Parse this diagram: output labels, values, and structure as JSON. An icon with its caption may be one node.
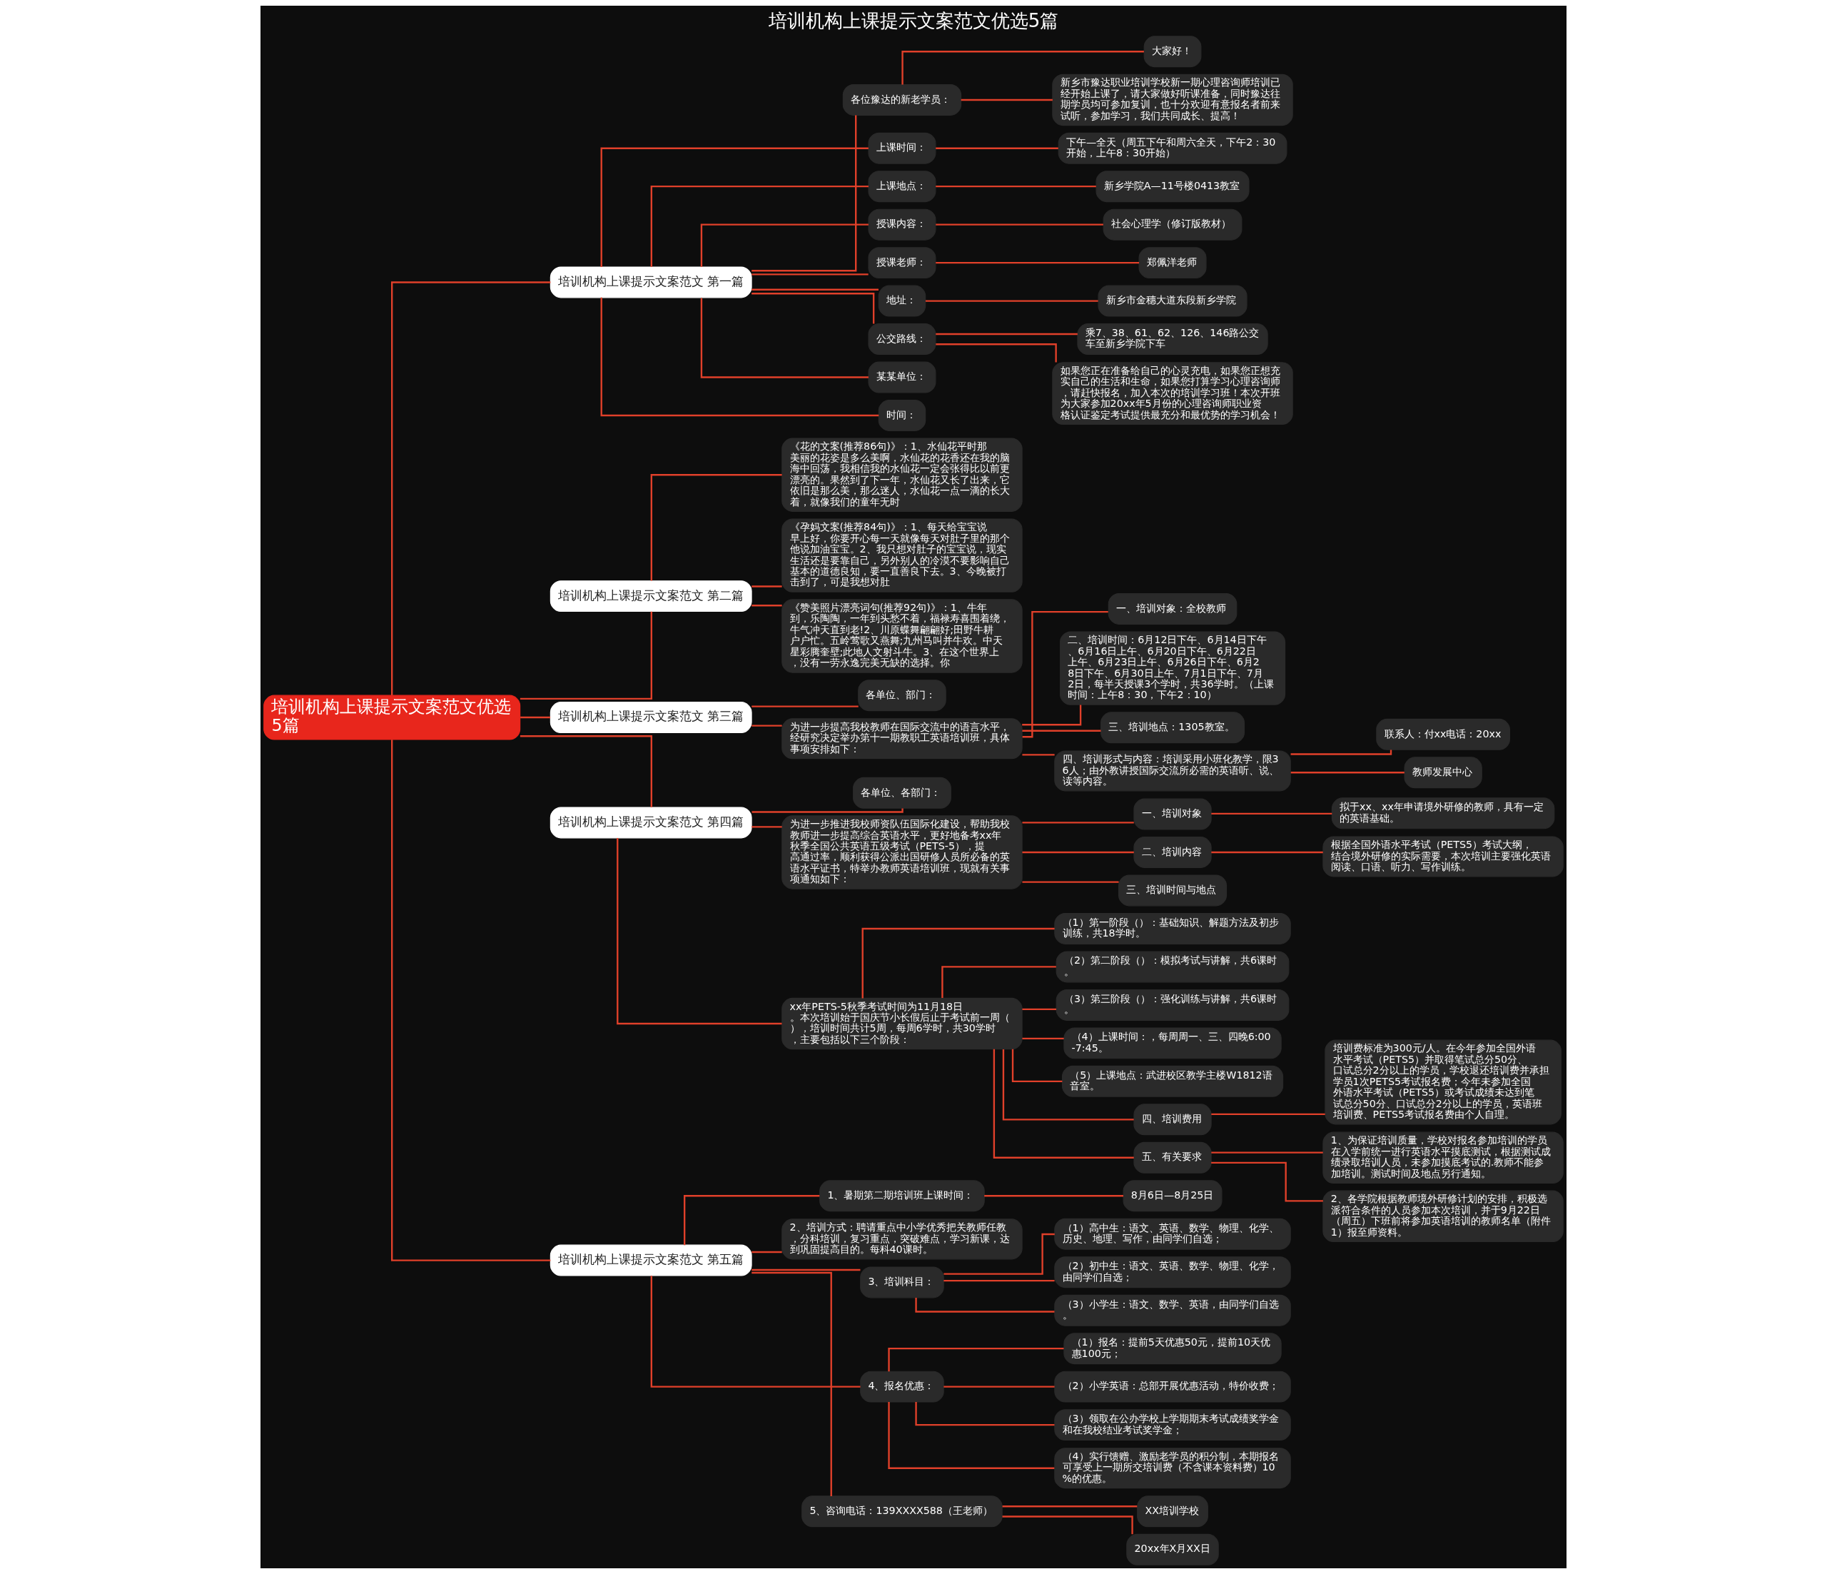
{
  "diagram": {
    "title": "培训机构上课提示文案范文优选5篇",
    "nodes": [
      {
        "text": [
          "培训机构上课提示文案范文优选5篇"
        ]
      },
      {
        "text": [
          "培训机构上课提示文案范文 第一篇"
        ]
      },
      {
        "text": [
          "各位豫达的新老学员："
        ]
      },
      {
        "text": [
          "大家好！"
        ]
      },
      {
        "text": [
          "新乡市豫达职业培训学校新一期心理咨询师培训已经开始上课了，请大家做好听课准备，同时豫达往期学员均可参加复训，也十分欢迎有意报名者前来试听，参加学习，我们共同成长、提高！"
        ]
      },
      {
        "text": [
          "上课时间："
        ]
      },
      {
        "text": [
          "下午—全天（周五下午和周六全天，下午2：30开始，上午8：30开始）"
        ]
      },
      {
        "text": [
          "上课地点："
        ]
      },
      {
        "text": [
          "新乡学院A—11号楼0413教室"
        ]
      },
      {
        "text": [
          "授课内容："
        ]
      },
      {
        "text": [
          "社会心理学（修订版教材）"
        ]
      },
      {
        "text": [
          "授课老师："
        ]
      },
      {
        "text": [
          "郑佩洋老师"
        ]
      },
      {
        "text": [
          "地址："
        ]
      },
      {
        "text": [
          "新乡市金穗大道东段新乡学院"
        ]
      },
      {
        "text": [
          "公交路线："
        ]
      },
      {
        "text": [
          "乘7、38、61、62、126、146路公交车至新乡学院下车"
        ]
      },
      {
        "text": [
          "如果您正在准备给自己的心灵充电，如果您正想充实自己的生活和生命，如果您打算学习心理咨询师，请赶快报名，加入本次的培训学习班！本次开班为大家参加20xx年5月份的心理咨询师职业资格认证鉴定考试提供最充分和最优势的学习机会！"
        ]
      },
      {
        "text": [
          "某某单位："
        ]
      },
      {
        "text": [
          "时间："
        ]
      },
      {
        "text": [
          "培训机构上课提示文案范文 第二篇"
        ]
      },
      {
        "text": [
          "《花的文案(推荐86句)》：1、水仙花平时那美丽的花姿是多么美啊，水仙花的花香还在我的脑海中回荡，我相信我的水仙花一定会张得比以前更漂亮的。果然到了下一年，水仙花又长了出来，它依旧是那么美，那么迷人，水仙花一点一滴的长大着，就像我们的童年无时"
        ]
      },
      {
        "text": [
          "《孕妈文案(推荐84句)》：1、每天给宝宝说早上好，你要开心每一天就像每天对肚子里的那个他说加油宝宝。2、我只想对肚子的宝宝说，现实生活还是要靠自己，另外别人的冷漠不要影响自己基本的道德良知，要一直善良下去。3、今晚被打击到了，可是我想对肚"
        ]
      },
      {
        "text": [
          "《赞美照片漂亮词句(推荐92句)》：1、牛年到，乐陶陶，一年到头愁不着，福禄寿喜围着绕，牛气冲天直到老!2、川原蝶舞翩翩好;田野牛耕户户忙。五岭莺歌又燕舞;九州马叫并牛欢。中天星彩腾奎壁;此地人文射斗牛。3、在这个世界上，没有一劳永逸完美无缺的选择。你"
        ]
      },
      {
        "text": [
          "培训机构上课提示文案范文 第三篇"
        ]
      },
      {
        "text": [
          "各单位、部门："
        ]
      },
      {
        "text": [
          "为进一步提高我校教师在国际交流中的语言水平，经研究决定举办第十一期教职工英语培训班，具体事项安排如下："
        ]
      },
      {
        "text": [
          "一、培训对象：全校教师"
        ]
      },
      {
        "text": [
          "二、培训时间：6月12日下午、6月14日下午、6月16日上午、6月20日下午、6月22日上午、6月23日上午、6月26日下午、6月28日下午、6月30日上午、7月1日下午、7月2日，每半天授课3个学时，共36学时。（上课时间：上午8：30，下午2：10）"
        ]
      },
      {
        "text": [
          "三、培训地点：1305教室。"
        ]
      },
      {
        "text": [
          "四、培训形式与内容：培训采用小班化教学，限36人；由外教讲授国际交流所必需的英语听、说、读等内容。"
        ]
      },
      {
        "text": [
          "联系人：付xx电话：20xx"
        ]
      },
      {
        "text": [
          "教师发展中心"
        ]
      },
      {
        "text": [
          "培训机构上课提示文案范文 第四篇"
        ]
      },
      {
        "text": [
          "各单位、各部门："
        ]
      },
      {
        "text": [
          "为进一步推进我校师资队伍国际化建设，帮助我校教师进一步提高综合英语水平，更好地备考xx年秋季全国公共英语五级考试（PETS-5），提高通过率，顺利获得公派出国研修人员所必备的英语水平证书，特举办教师英语培训班，现就有关事项通知如下："
        ]
      },
      {
        "text": [
          "一、培训对象"
        ]
      },
      {
        "text": [
          "拟于xx、xx年申请境外研修的教师，具有一定的英语基础。"
        ]
      },
      {
        "text": [
          "二、培训内容"
        ]
      },
      {
        "text": [
          "根据全国外语水平考试（PETS5）考试大纲，结合境外研修的实际需要，本次培训主要强化英语阅读、口语、听力、写作训练。"
        ]
      },
      {
        "text": [
          "三、培训时间与地点"
        ]
      },
      {
        "text": [
          "xx年PETS-5秋季考试时间为11月18日。本次培训始于国庆节小长假后止于考试前一周（），培训时间共计5周，每周6学时，共30学时，主要包括以下三个阶段："
        ]
      },
      {
        "text": [
          "（1）第一阶段（）：基础知识、解题方法及初步训练，共18学时。"
        ]
      },
      {
        "text": [
          "（2）第二阶段（）：模拟考试与讲解，共6课时。"
        ]
      },
      {
        "text": [
          "（3）第三阶段（）：强化训练与讲解，共6课时。"
        ]
      },
      {
        "text": [
          "（4）上课时间：，每周周一、三、四晚6:00-7:45。"
        ]
      },
      {
        "text": [
          "（5）上课地点：武进校区教学主楼W1812语音室。"
        ]
      },
      {
        "text": [
          "四、培训费用"
        ]
      },
      {
        "text": [
          "培训费标准为300元/人。在今年参加全国外语水平考试（PETS5）并取得笔试总分50分、口试总分2分以上的学员，学校退还培训费并承担学员1次PETS5考试报名费；今年未参加全国外语水平考试（PETS5）或考试成绩未达到笔试总分50分、口试总分2分以上的学员，英语班培训费、PETS5考试报名费由个人自理。"
        ]
      },
      {
        "text": [
          "五、有关要求"
        ]
      },
      {
        "text": [
          "1、为保证培训质量，学校对报名参加培训的学员在入学前统一进行英语水平摸底测试，根据测试成绩录取培训人员，未参加摸底考试的.教师不能参加培训。测试时间及地点另行通知。"
        ]
      },
      {
        "text": [
          "2、各学院根据教师境外研修计划的安排，积极选派符合条件的人员参加本次培训，并于9月22日（周五）下班前将参加英语培训的教师名单（附件1）报至师资料。"
        ]
      },
      {
        "text": [
          "培训机构上课提示文案范文 第五篇"
        ]
      },
      {
        "text": [
          "1、暑期第二期培训班上课时间："
        ]
      },
      {
        "text": [
          "8月6日—8月25日"
        ]
      },
      {
        "text": [
          "2、培训方式：聘请重点中小学优秀把关教师任教，分科培训，复习重点，突破难点，学习新课，达到巩固提高目的。每科40课时。"
        ]
      },
      {
        "text": [
          "3、培训科目："
        ]
      },
      {
        "text": [
          "（1）高中生：语文、英语、数学、物理、化学、历史、地理、写作，由同学们自选；"
        ]
      },
      {
        "text": [
          "（2）初中生：语文、英语、数学、物理、化学，由同学们自选；"
        ]
      },
      {
        "text": [
          "（3）小学生：语文、数学、英语，由同学们自选。"
        ]
      },
      {
        "text": [
          "4、报名优惠："
        ]
      },
      {
        "text": [
          "（1）报名：提前5天优惠50元，提前10天优惠100元；"
        ]
      },
      {
        "text": [
          "（2）小学英语：总部开展优惠活动，特价收费；"
        ]
      },
      {
        "text": [
          "（3）领取在公办学校上学期期末考试成绩奖学金和在我校结业考试奖学金；"
        ]
      },
      {
        "text": [
          "（4）实行馈赠、激励老学员的积分制，本期报名可享受上一期所交培训费（不含课本资料费）10%的优惠。"
        ]
      },
      {
        "text": [
          "5、咨询电话：139XXXX588（王老师）"
        ]
      },
      {
        "text": [
          "XX培训学校"
        ]
      },
      {
        "text": [
          "20xx年X月XX日"
        ]
      }
    ],
    "edges": [
      {
        "from": 0,
        "to": 1,
        "arrow": "none"
      },
      {
        "from": 1,
        "to": 2,
        "arrow": "none"
      },
      {
        "from": 2,
        "to": 3,
        "arrow": "none"
      },
      {
        "from": 2,
        "to": 4,
        "arrow": "none"
      },
      {
        "from": 1,
        "to": 5,
        "arrow": "none"
      },
      {
        "from": 5,
        "to": 6,
        "arrow": "none"
      },
      {
        "from": 1,
        "to": 7,
        "arrow": "none"
      },
      {
        "from": 7,
        "to": 8,
        "arrow": "none"
      },
      {
        "from": 1,
        "to": 9,
        "arrow": "none"
      },
      {
        "from": 9,
        "to": 10,
        "arrow": "none"
      },
      {
        "from": 1,
        "to": 11,
        "arrow": "none"
      },
      {
        "from": 11,
        "to": 12,
        "arrow": "none"
      },
      {
        "from": 1,
        "to": 13,
        "arrow": "none"
      },
      {
        "from": 13,
        "to": 14,
        "arrow": "none"
      },
      {
        "from": 1,
        "to": 15,
        "arrow": "none"
      },
      {
        "from": 15,
        "to": 16,
        "arrow": "none"
      },
      {
        "from": 15,
        "to": 17,
        "arrow": "none"
      },
      {
        "from": 1,
        "to": 18,
        "arrow": "none"
      },
      {
        "from": 1,
        "to": 19,
        "arrow": "none"
      },
      {
        "from": 0,
        "to": 20,
        "arrow": "none"
      },
      {
        "from": 20,
        "to": 21,
        "arrow": "none"
      },
      {
        "from": 20,
        "to": 22,
        "arrow": "none"
      },
      {
        "from": 20,
        "to": 23,
        "arrow": "none"
      },
      {
        "from": 0,
        "to": 24,
        "arrow": "none"
      },
      {
        "from": 24,
        "to": 25,
        "arrow": "none"
      },
      {
        "from": 24,
        "to": 26,
        "arrow": "none"
      },
      {
        "from": 26,
        "to": 27,
        "arrow": "none"
      },
      {
        "from": 26,
        "to": 28,
        "arrow": "none"
      },
      {
        "from": 26,
        "to": 29,
        "arrow": "none"
      },
      {
        "from": 26,
        "to": 30,
        "arrow": "none"
      },
      {
        "from": 30,
        "to": 31,
        "arrow": "none"
      },
      {
        "from": 30,
        "to": 32,
        "arrow": "none"
      },
      {
        "from": 0,
        "to": 33,
        "arrow": "none"
      },
      {
        "from": 33,
        "to": 34,
        "arrow": "none"
      },
      {
        "from": 33,
        "to": 35,
        "arrow": "none"
      },
      {
        "from": 35,
        "to": 36,
        "arrow": "none"
      },
      {
        "from": 36,
        "to": 37,
        "arrow": "none"
      },
      {
        "from": 35,
        "to": 38,
        "arrow": "none"
      },
      {
        "from": 38,
        "to": 39,
        "arrow": "none"
      },
      {
        "from": 35,
        "to": 40,
        "arrow": "none"
      },
      {
        "from": 33,
        "to": 41,
        "arrow": "none"
      },
      {
        "from": 41,
        "to": 42,
        "arrow": "none"
      },
      {
        "from": 41,
        "to": 43,
        "arrow": "none"
      },
      {
        "from": 41,
        "to": 44,
        "arrow": "none"
      },
      {
        "from": 41,
        "to": 45,
        "arrow": "none"
      },
      {
        "from": 41,
        "to": 46,
        "arrow": "none"
      },
      {
        "from": 41,
        "to": 47,
        "arrow": "none"
      },
      {
        "from": 47,
        "to": 48,
        "arrow": "none"
      },
      {
        "from": 41,
        "to": 49,
        "arrow": "none"
      },
      {
        "from": 49,
        "to": 50,
        "arrow": "none"
      },
      {
        "from": 49,
        "to": 51,
        "arrow": "none"
      },
      {
        "from": 0,
        "to": 52,
        "arrow": "none"
      },
      {
        "from": 52,
        "to": 53,
        "arrow": "none"
      },
      {
        "from": 53,
        "to": 54,
        "arrow": "none"
      },
      {
        "from": 52,
        "to": 55,
        "arrow": "none"
      },
      {
        "from": 52,
        "to": 56,
        "arrow": "none"
      },
      {
        "from": 56,
        "to": 57,
        "arrow": "none"
      },
      {
        "from": 56,
        "to": 58,
        "arrow": "none"
      },
      {
        "from": 56,
        "to": 59,
        "arrow": "none"
      },
      {
        "from": 52,
        "to": 60,
        "arrow": "none"
      },
      {
        "from": 60,
        "to": 61,
        "arrow": "none"
      },
      {
        "from": 60,
        "to": 62,
        "arrow": "none"
      },
      {
        "from": 60,
        "to": 63,
        "arrow": "none"
      },
      {
        "from": 60,
        "to": 64,
        "arrow": "none"
      },
      {
        "from": 52,
        "to": 65,
        "arrow": "none"
      },
      {
        "from": 65,
        "to": 66,
        "arrow": "none"
      },
      {
        "from": 65,
        "to": 67,
        "arrow": "none"
      }
    ]
  }
}
